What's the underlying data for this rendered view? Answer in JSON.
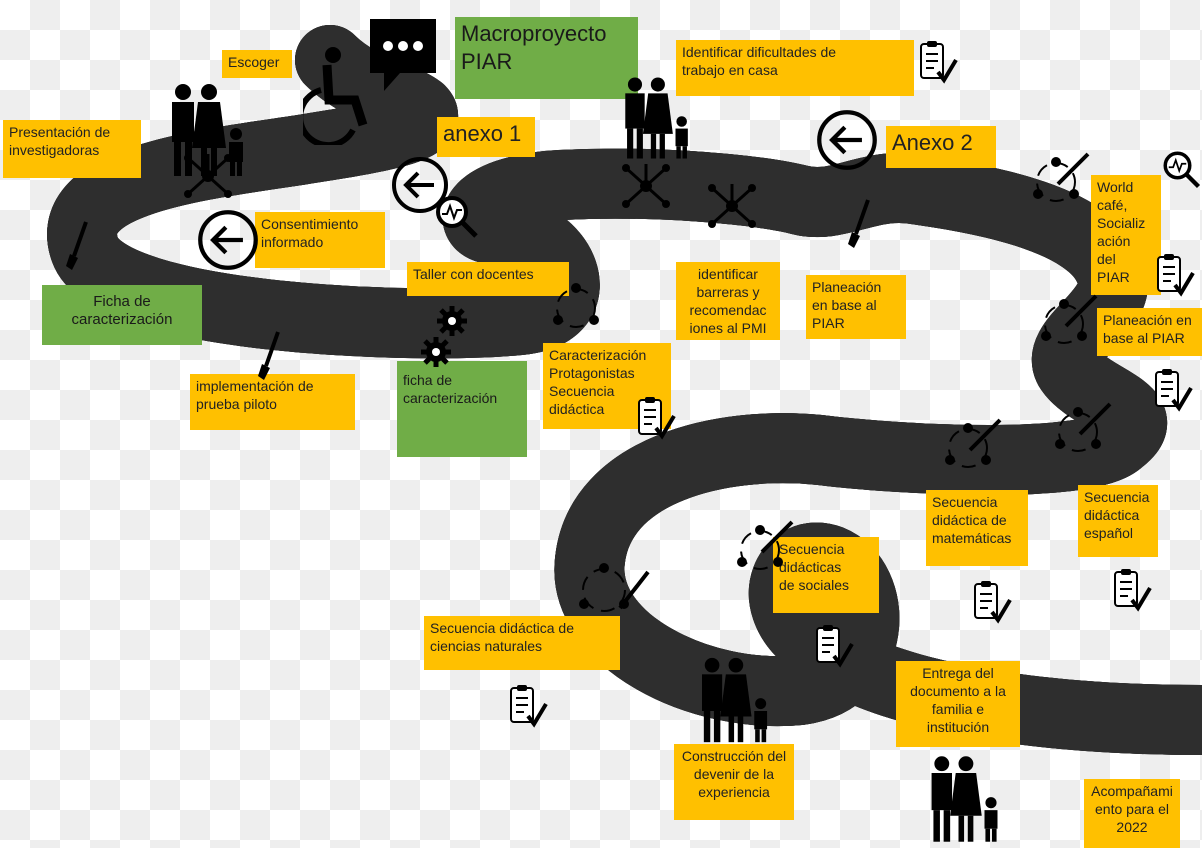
{
  "colors": {
    "label": "#ffc000",
    "green": "#70ad47",
    "road": "#2e2e2e",
    "icon": "#000000"
  },
  "labels": {
    "escoger": "Escoger",
    "macro": "Macroproyecto\nPIAR",
    "dificultades": "Identificar dificultades de\ntrabajo en casa",
    "presentacion": "Presentación de\ninvestigadoras",
    "anexo1": "anexo 1",
    "anexo2": "Anexo 2",
    "world": "World\ncafé,\nSocializ\nación\ndel\nPIAR",
    "consentimiento": "Consentimiento\ninformado",
    "taller": "Taller con docentes",
    "barreras": "identificar\nbarreras y\nrecomendac\niones al PMI",
    "planeacion1": "Planeación\nen base al\nPIAR",
    "ficha1": "Ficha de\ncaracterización",
    "planeacion2": "Planeación en\nbase al PIAR",
    "caract": "Caracterización\nProtagonistas\nSecuencia\ndidáctica",
    "implementacion": "implementación de\nprueba piloto",
    "ficha2": "ficha de\ncaracterización",
    "seq_mat": "Secuencia\ndidáctica de\nmatemáticas",
    "seq_esp": "Secuencia\ndidáctica\nespañol",
    "seq_soc": "Secuencia\ndidácticas\nde sociales",
    "seq_nat": "Secuencia didáctica de\nciencias naturales",
    "entrega": "Entrega del\ndocumento a la\nfamilia e\ninstitución",
    "construccion": "Construcción del\ndevenir de la\nexperiencia",
    "acompanamiento": "Acompañami\nento para el\n2022"
  },
  "icons": [
    "speech-bubble-icon",
    "wheelchair-icon",
    "family-icon",
    "network-icon",
    "arrow-left-circle-icon",
    "magnifier-chart-icon",
    "paintbrush-icon",
    "gear-icon",
    "cycle-icon",
    "checklist-icon"
  ]
}
